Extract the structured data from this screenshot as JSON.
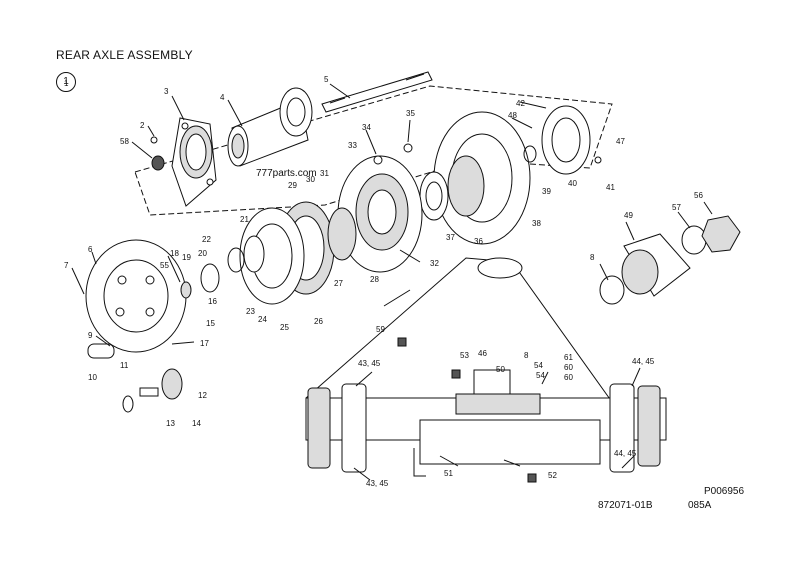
{
  "title": "REAR AXLE ASSEMBLY",
  "view_number": "1",
  "watermark": "777parts.com",
  "figure_code": "P006956",
  "drawing_number": "872071-01B",
  "page_code": "085A",
  "callouts": [
    "1",
    "2",
    "3",
    "4",
    "5",
    "6",
    "7",
    "8",
    "9",
    "10",
    "11",
    "12",
    "13",
    "14",
    "15",
    "16",
    "17",
    "18",
    "19",
    "20",
    "21",
    "22",
    "23",
    "24",
    "25",
    "26",
    "27",
    "28",
    "29",
    "30",
    "31",
    "32",
    "33",
    "34",
    "35",
    "36",
    "37",
    "38",
    "39",
    "40",
    "41",
    "42",
    "47",
    "48",
    "49",
    "50",
    "51",
    "52",
    "53",
    "54",
    "56",
    "57",
    "59",
    "8",
    "46",
    "43, 45",
    "44, 45",
    "60",
    "61",
    "55",
    "58"
  ],
  "colors": {
    "ink": "#111111",
    "paper": "#ffffff",
    "shade": "#dcdcdc"
  }
}
